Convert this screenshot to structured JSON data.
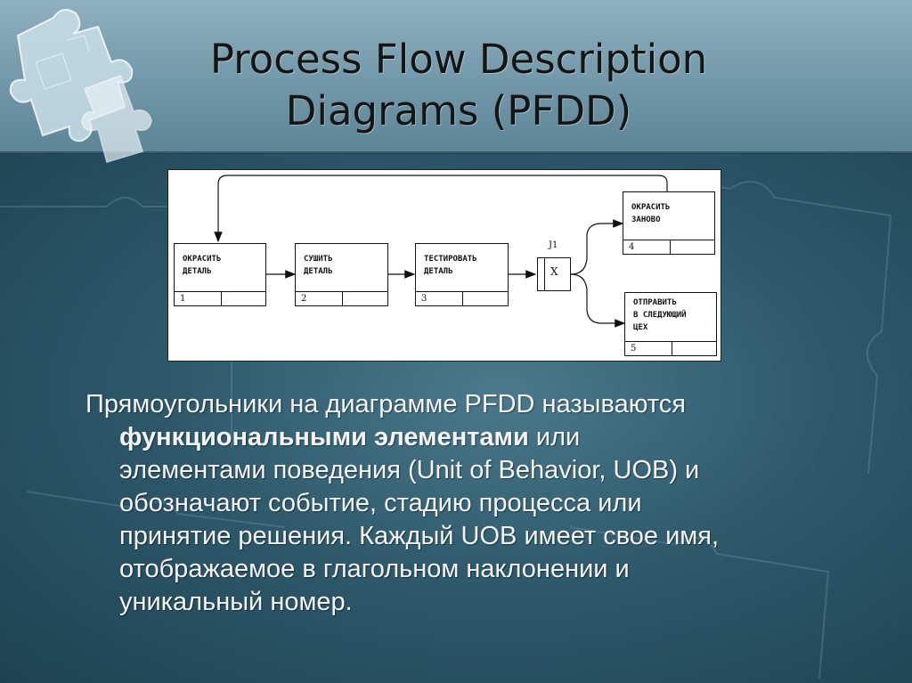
{
  "title": {
    "line1": "Process Flow Description",
    "line2": "Diagrams (PFDD)"
  },
  "diagram": {
    "units": [
      {
        "label": "ОКРАСИТЬ\nДЕТАЛЬ",
        "number": "1"
      },
      {
        "label": "СУШИТЬ\nДЕТАЛЬ",
        "number": "2"
      },
      {
        "label": "ТЕСТИРОВАТЬ\nДЕТАЛЬ",
        "number": "3"
      },
      {
        "label": "ОКРАСИТЬ\nЗАНОВО",
        "number": "4"
      },
      {
        "label": "ОТПРАВИТЬ\nВ СЛЕДУЮЩИЙ\nЦЕХ",
        "number": "5"
      }
    ],
    "junction": {
      "name": "J1",
      "symbol": "X"
    }
  },
  "body": {
    "line1": "Прямоугольники на диаграмме PFDD называются",
    "bold_term": "функциональными элементами",
    "after_bold": " или",
    "line3": "элементами поведения (Unit of Behavior, UOB) и",
    "line4": "обозначают событие, стадию процесса или",
    "line5": "принятие решения. Каждый UOB имеет свое имя,",
    "line6": "отображаемое в глагольном наклонении и",
    "line7": "уникальный номер."
  }
}
